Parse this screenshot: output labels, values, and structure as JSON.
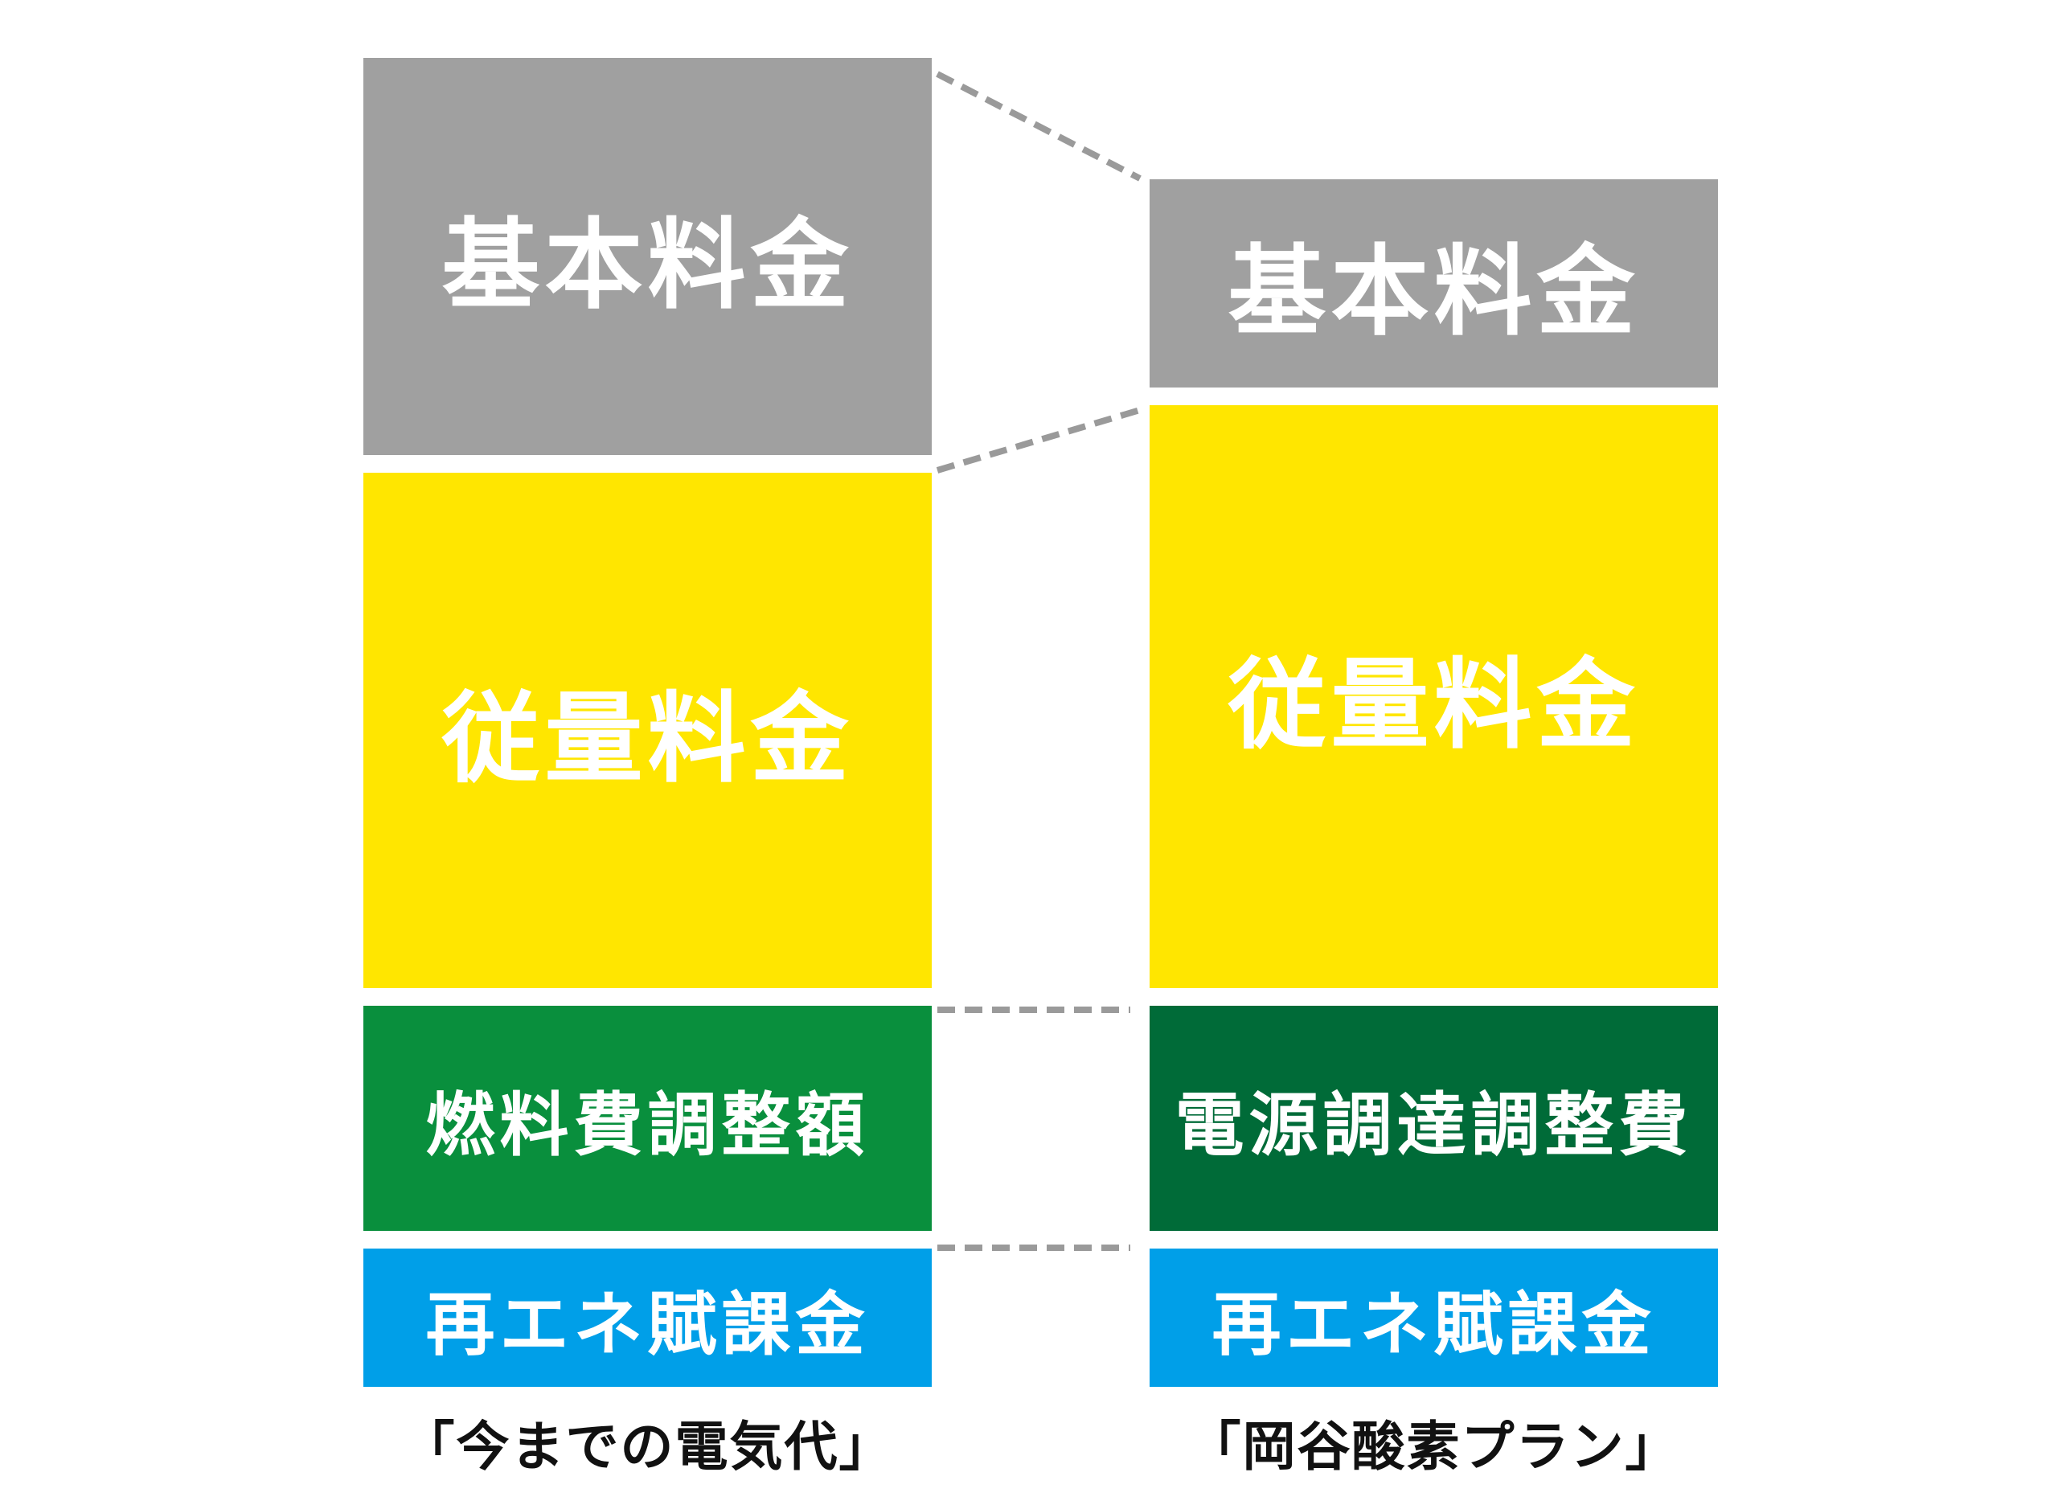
{
  "colors": {
    "basic_fee": "#a0a0a0",
    "usage_fee": "#ffe600",
    "fuel_adjustment": "#098f3d",
    "power_procurement_adjustment": "#006b38",
    "renewable_levy": "#009fe8",
    "connector": "#9a9a9a",
    "caption_text": "#111111"
  },
  "left_column": {
    "caption": "「今までの電気代」",
    "blocks": {
      "basic_fee": "基本料金",
      "usage_fee": "従量料金",
      "adjustment": "燃料費調整額",
      "renewable_levy": "再エネ賦課金"
    }
  },
  "right_column": {
    "caption": "「岡谷酸素プラン」",
    "blocks": {
      "basic_fee": "基本料金",
      "usage_fee": "従量料金",
      "adjustment": "電源調達調整費",
      "renewable_levy": "再エネ賦課金"
    }
  },
  "connectors": [
    {
      "from": "left_column.basic_fee",
      "to": "right_column.basic_fee",
      "style": "dashed"
    },
    {
      "from": "left_column.usage_fee",
      "to": "right_column.usage_fee",
      "style": "dashed"
    },
    {
      "from": "left_column.adjustment",
      "to": "right_column.adjustment",
      "style": "dashed"
    },
    {
      "from": "left_column.renewable_levy",
      "to": "right_column.renewable_levy",
      "style": "dashed"
    }
  ]
}
